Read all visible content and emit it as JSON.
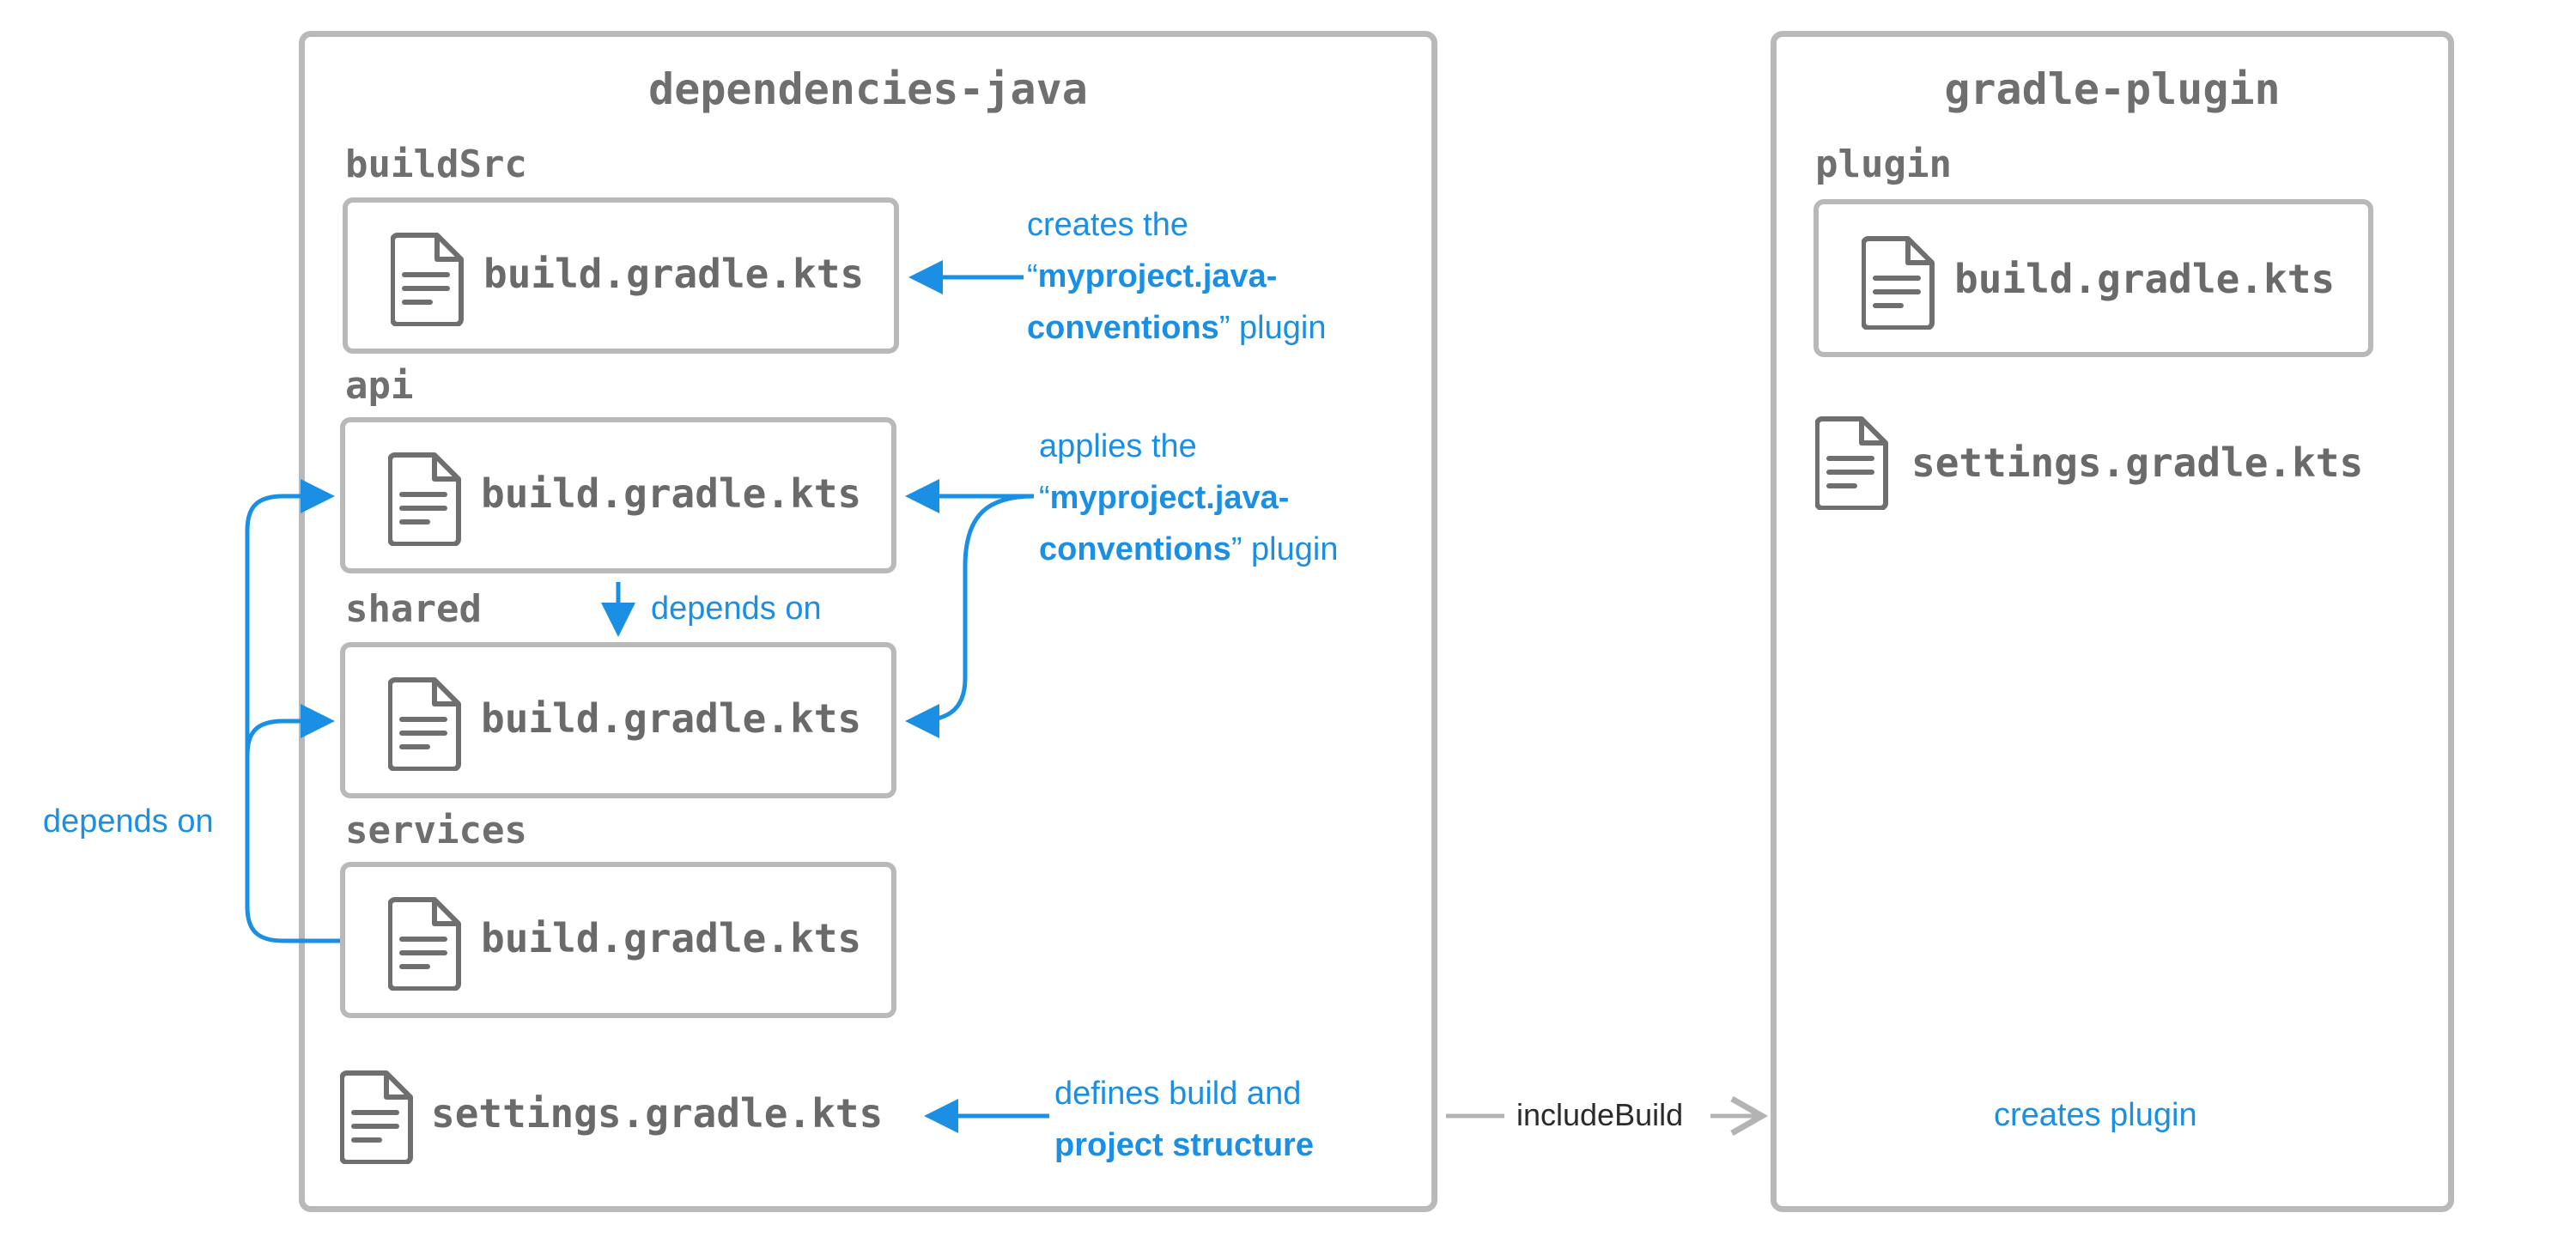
{
  "containers": {
    "left_title": "dependencies-java",
    "right_title": "gradle-plugin"
  },
  "modules": {
    "buildsrc": {
      "label": "buildSrc",
      "file": "build.gradle.kts"
    },
    "api": {
      "label": "api",
      "file": "build.gradle.kts"
    },
    "shared": {
      "label": "shared",
      "file": "build.gradle.kts"
    },
    "services": {
      "label": "services",
      "file": "build.gradle.kts"
    },
    "plugin": {
      "label": "plugin",
      "file": "build.gradle.kts"
    }
  },
  "files": {
    "left_settings": "settings.gradle.kts",
    "right_settings": "settings.gradle.kts"
  },
  "annotations": {
    "creates": {
      "line1": "creates the",
      "quote_open": "“",
      "bold1": "myproject.java-",
      "bold2": "conventions",
      "quote_close": "”",
      "tail": " plugin"
    },
    "applies": {
      "line1": "applies the",
      "quote_open": "“",
      "bold1": "myproject.java-",
      "bold2": "conventions",
      "quote_close": "”",
      "tail": " plugin"
    },
    "depends_on_api_shared": "depends on",
    "depends_on_services": "depends on",
    "defines": {
      "line1": "defines build and",
      "bold": "project structure"
    },
    "include_build": "includeBuild",
    "creates_plugin": "creates plugin"
  },
  "colors": {
    "accent_blue": "#1a8fe3",
    "border_gray": "#b9b9b9",
    "text_gray": "#6f6f6f",
    "connector_gray": "#b3b3b3"
  },
  "icons": {
    "file": "document-icon"
  }
}
